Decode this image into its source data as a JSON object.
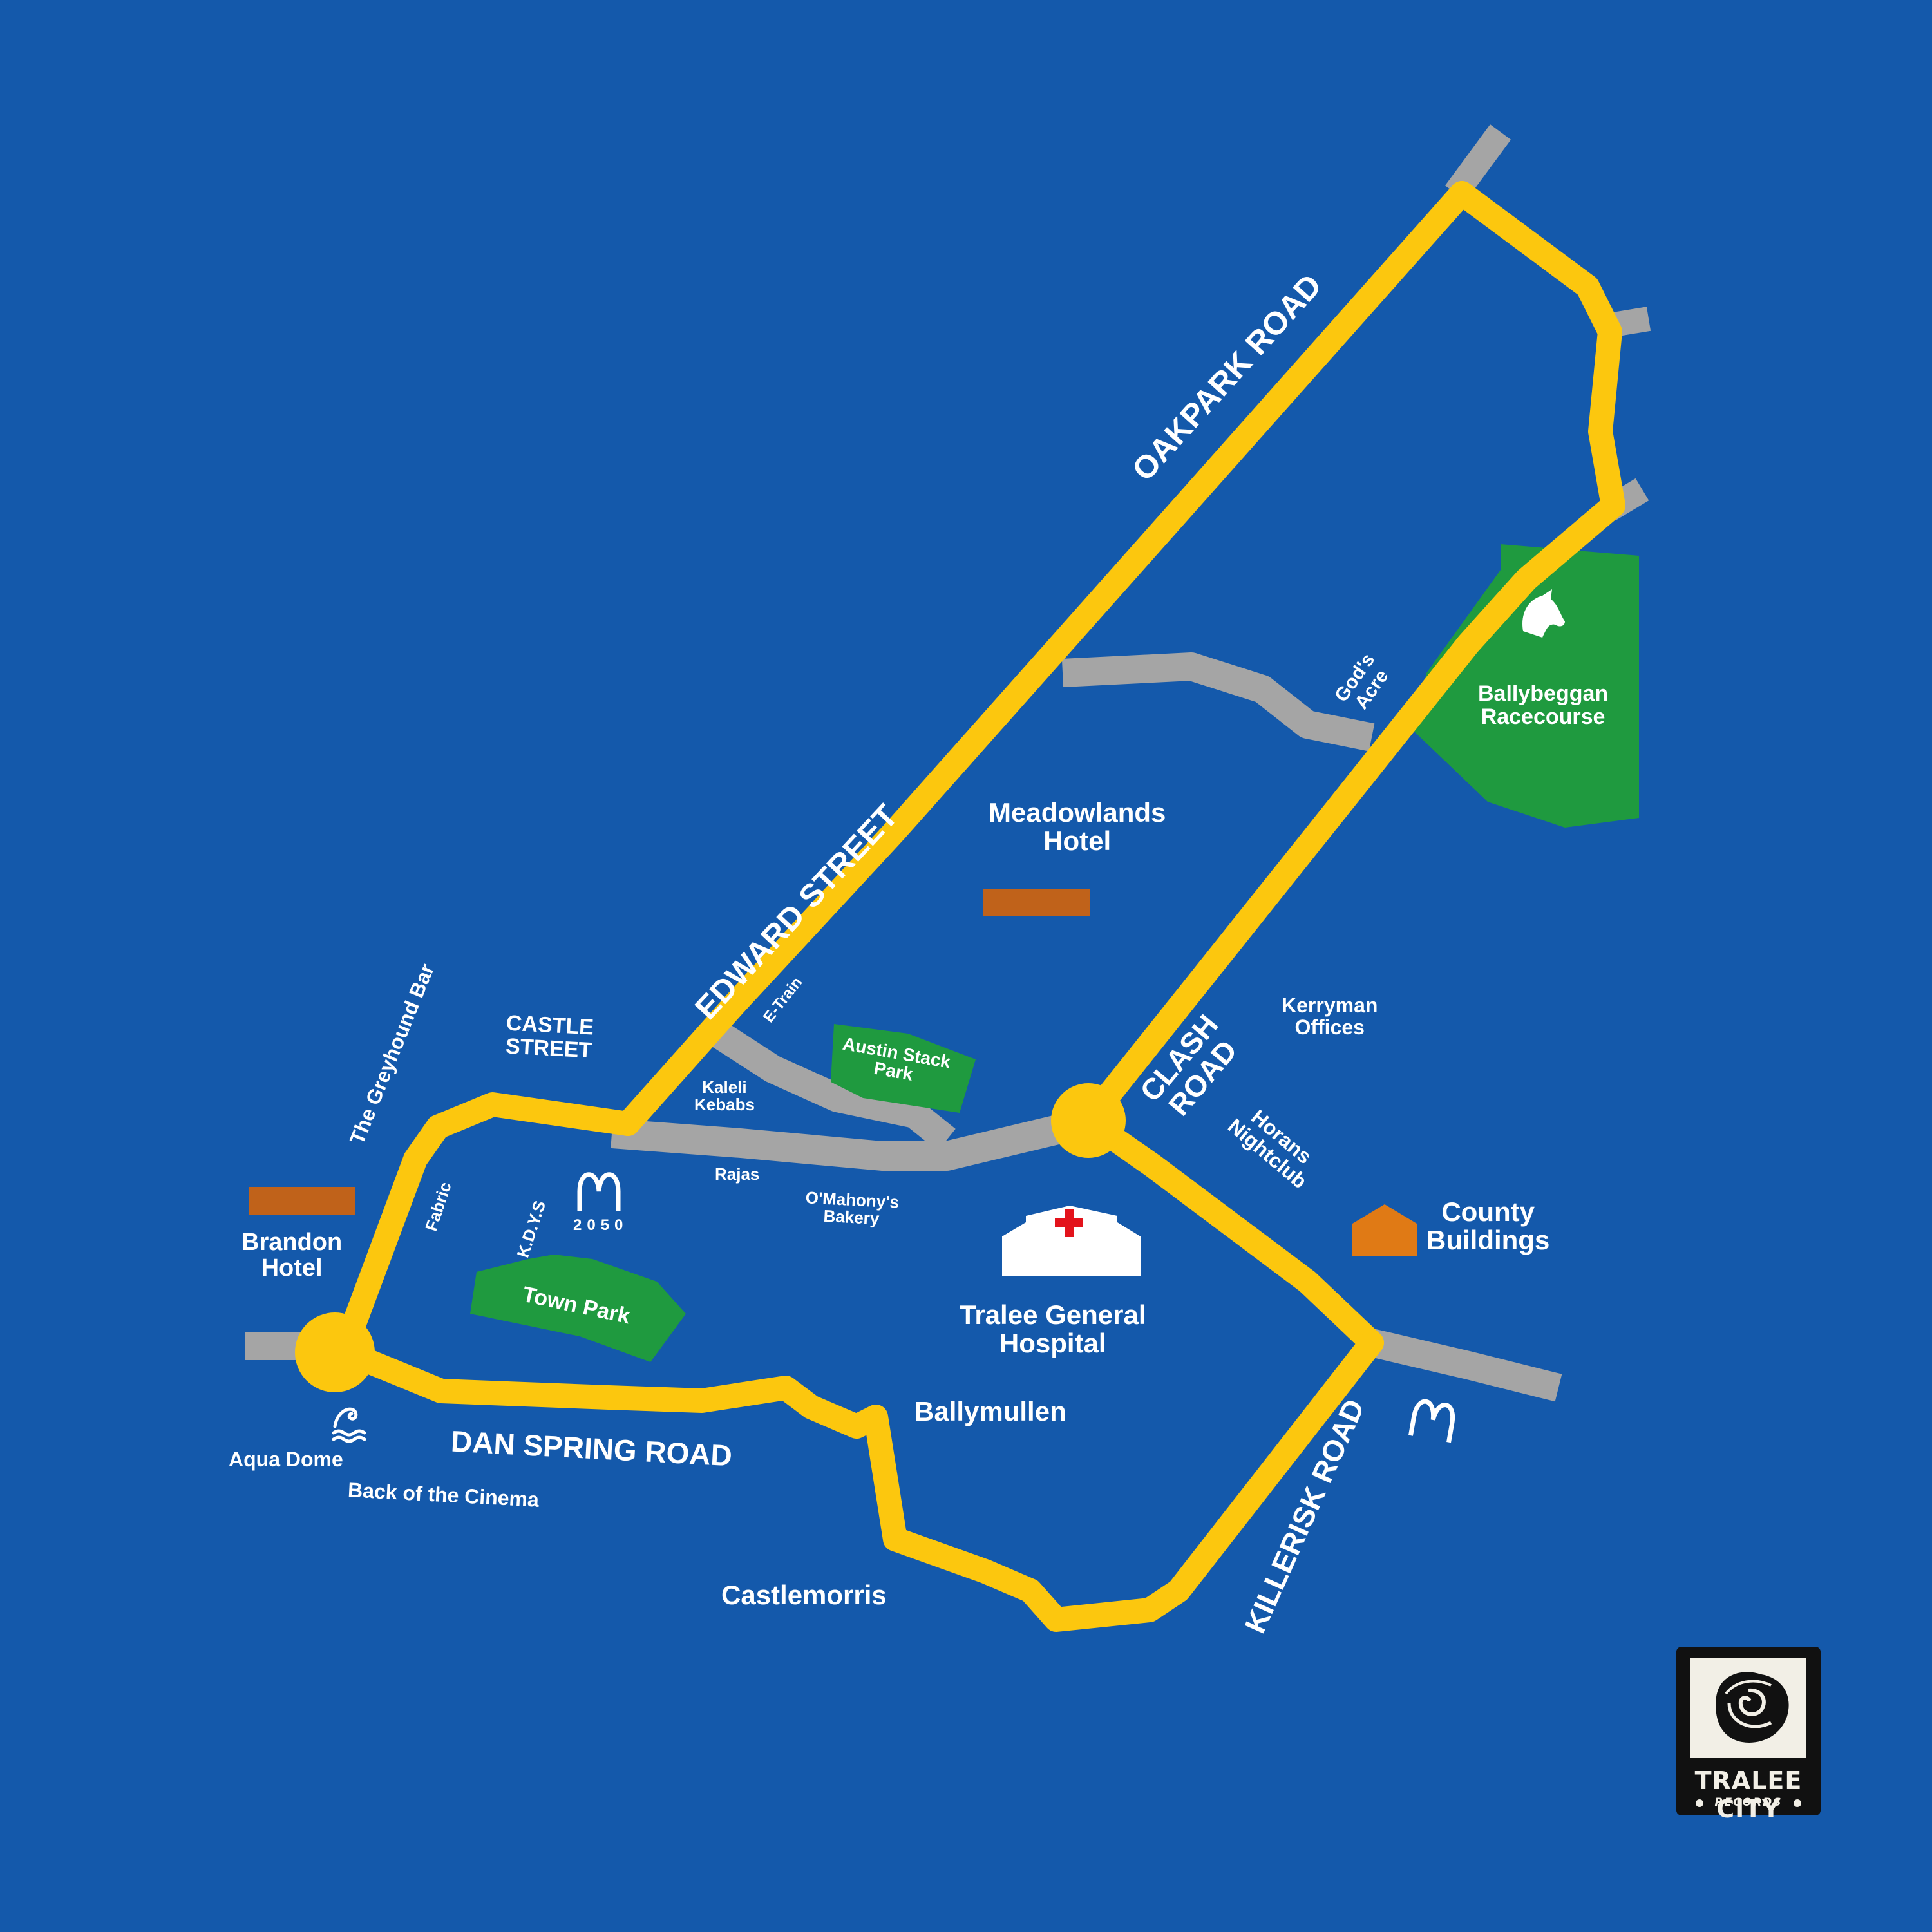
{
  "colors": {
    "background": "#1459ab",
    "main_road": "#fcc70e",
    "side_road": "#a5a5a5",
    "park": "#1f9a3f",
    "hotel": "#c0621a",
    "county_buildings": "#e07a15",
    "hospital_cross": "#e3131b",
    "label": "#ffffff"
  },
  "roads": {
    "oakpark": "OAKPARK ROAD",
    "edward": "EDWARD STREET",
    "castle": "CASTLE\nSTREET",
    "clash": "CLASH\nROAD",
    "dan_spring": "DAN SPRING ROAD",
    "killerisk": "KILLERISK ROAD"
  },
  "places": {
    "gods_acre": "God's\nAcre",
    "meadowlands": "Meadowlands\nHotel",
    "kerryman": "Kerryman\nOffices",
    "horans": "Horans\nNightclub",
    "county": "County\nBuildings",
    "hospital": "Tralee General\nHospital",
    "ballymullen": "Ballymullen",
    "castlemorris": "Castlemorris",
    "greyhound": "The Greyhound Bar",
    "brandon": "Brandon\nHotel",
    "fabric": "Fabric",
    "kdys": "K.D.Y.S",
    "mcd_2050": "2050",
    "kaleli": "Kaleli\nKebabs",
    "etrain": "E-Train",
    "rajas": "Rajas",
    "omahonys": "O'Mahony's\nBakery",
    "aqua_dome": "Aqua Dome",
    "back_cinema": "Back of the Cinema"
  },
  "parks": {
    "ballybeggan": "Ballybeggan\nRacecourse",
    "austin_stack": "Austin Stack\nPark",
    "town_park": "Town Park"
  },
  "icons": {
    "horse": "horse-head-icon",
    "hospital": "hospital-icon",
    "mcdonalds": "mcdonalds-arches-icon",
    "wave": "wave-icon",
    "county": "house-icon",
    "rose": "rose-icon"
  },
  "logo": {
    "title": "TRALEE CITY",
    "subtitle": "RECORDS"
  }
}
